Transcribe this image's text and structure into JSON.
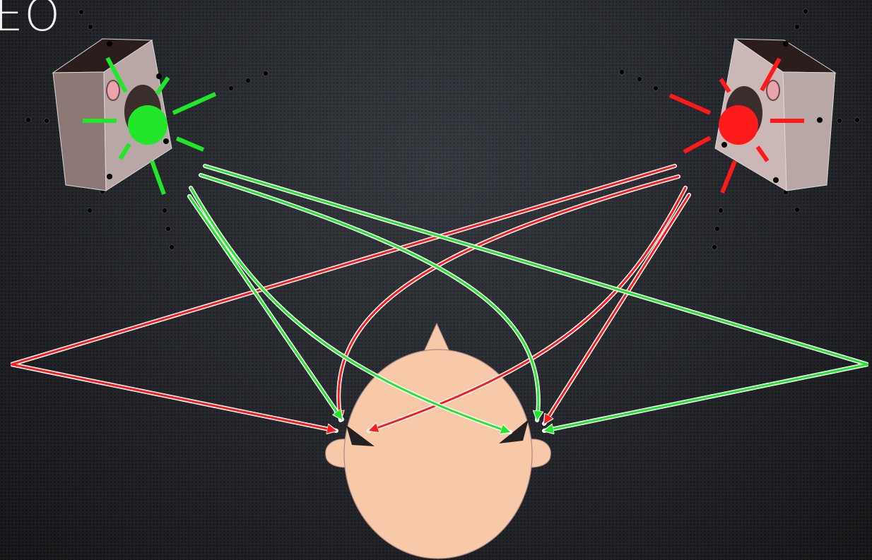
{
  "slide": {
    "title_fragment": "EO"
  },
  "colors": {
    "left_speaker_signal": "#22e62a",
    "right_speaker_signal": "#ff1a1a",
    "head_skin": "#f8c9a8",
    "speaker_body": "#b9a7a5",
    "speaker_top": "#2b1d1c",
    "background": "#2b2e33"
  },
  "elements": {
    "left_speaker": {
      "color_name": "green"
    },
    "right_speaker": {
      "color_name": "red"
    },
    "listener": {
      "view": "top-down head"
    }
  }
}
